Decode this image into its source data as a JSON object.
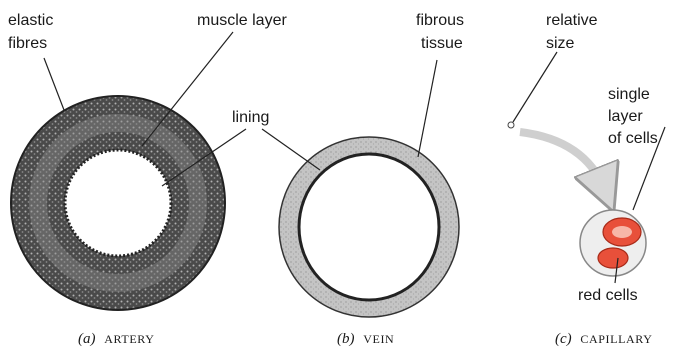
{
  "labels": {
    "elastic_1": "elastic",
    "elastic_2": "fibres",
    "muscle": "muscle layer",
    "lining": "lining",
    "fibrous_1": "fibrous",
    "fibrous_2": "tissue",
    "relative_1": "relative",
    "relative_2": "size",
    "single_1": "single",
    "single_2": "layer",
    "single_3": "of cells",
    "red_cells": "red cells"
  },
  "captions": {
    "a_letter": "(a)",
    "a_name": "ARTERY",
    "b_letter": "(b)",
    "b_name": "VEIN",
    "c_letter": "(c)",
    "c_name": "CAPILLARY"
  },
  "colors": {
    "artery_fill": "#5a5a5a",
    "vein_wall": "#b8b8b8",
    "red_cell": "#e8503a",
    "capillary_wall": "#d0d0d0"
  }
}
